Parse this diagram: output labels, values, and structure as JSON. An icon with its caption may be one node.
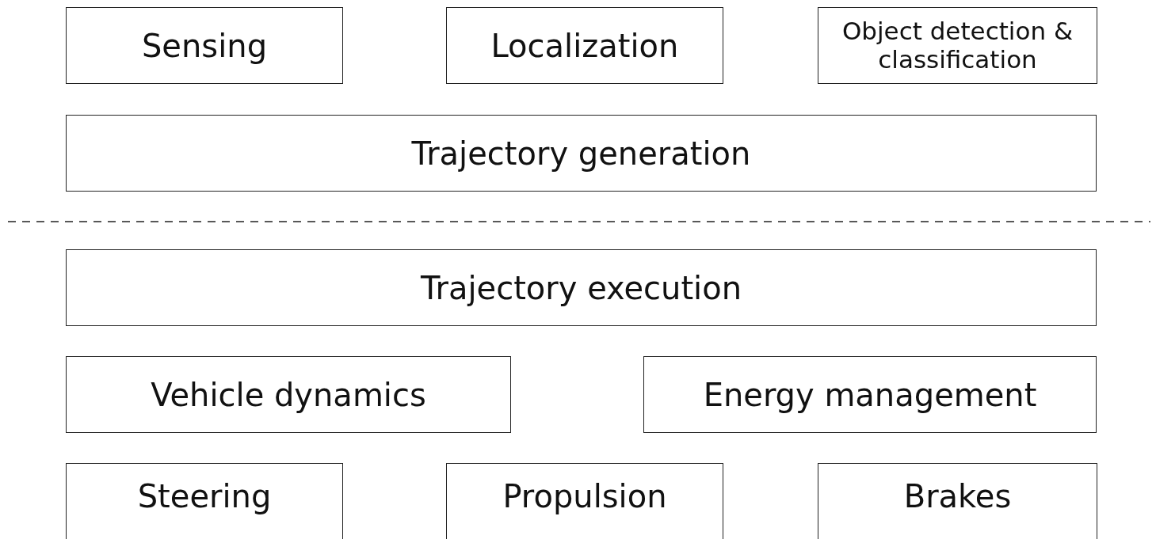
{
  "diagram": {
    "nodes": [
      {
        "text": [
          "Sensing"
        ]
      },
      {
        "text": [
          "Localization"
        ]
      },
      {
        "text": [
          "Object detection & classification"
        ]
      },
      {
        "text": [
          "Trajectory generation"
        ]
      },
      {
        "text": [
          "Trajectory execution"
        ]
      },
      {
        "text": [
          "Vehicle dynamics"
        ]
      },
      {
        "text": [
          "Energy management"
        ]
      },
      {
        "text": [
          "Steering"
        ]
      },
      {
        "text": [
          "Propulsion"
        ]
      },
      {
        "text": [
          "Brakes"
        ]
      }
    ]
  }
}
